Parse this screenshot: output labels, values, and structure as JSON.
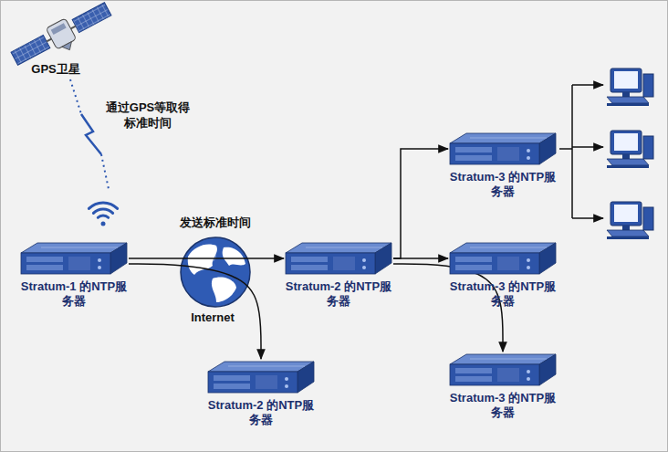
{
  "diagram": {
    "nodes": [
      {
        "text": [
          "Stratum-1 的NTP服务器"
        ]
      },
      {
        "text": [
          "Stratum-2 的NTP服务器"
        ]
      },
      {
        "text": [
          "Stratum-2 的NTP服务器"
        ]
      },
      {
        "text": [
          "Stratum-3 的NTP服务器"
        ]
      },
      {
        "text": [
          "Stratum-3 的NTP服务器"
        ]
      },
      {
        "text": [
          "Stratum-3 的NTP服务器"
        ]
      }
    ],
    "edges": [
      {
        "from": 0,
        "to": 1,
        "arrow": "to"
      },
      {
        "from": 0,
        "to": 2,
        "arrow": "to"
      },
      {
        "from": 1,
        "to": 3,
        "arrow": "to"
      },
      {
        "from": 1,
        "to": 4,
        "arrow": "to"
      },
      {
        "from": 1,
        "to": 5,
        "arrow": "to"
      }
    ],
    "labels": [
      "GPS卫星",
      "通过GPS等取得标准时间",
      "发送标准时间",
      "Internet"
    ]
  }
}
